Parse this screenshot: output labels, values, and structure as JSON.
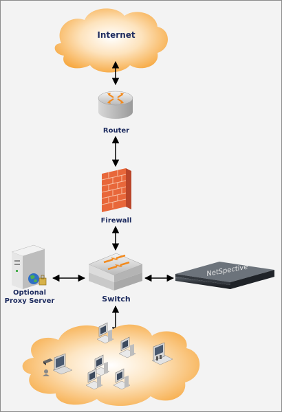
{
  "labels": {
    "internet": "Internet",
    "router": "Router",
    "firewall": "Firewall",
    "switch": "Switch",
    "proxy_line1": "Optional",
    "proxy_line2": "Proxy Server",
    "appliance_brand": "NetSpective"
  },
  "colors": {
    "cloud": "#f6a53a",
    "firewall_brick": "#e8673a",
    "label_text": "#1c2a5e",
    "background": "#f3f3f3"
  },
  "icons": [
    "cloud-icon",
    "router-icon",
    "firewall-icon",
    "switch-icon",
    "proxy-server-icon",
    "netspective-appliance-icon",
    "workstation-icon",
    "laptop-icon",
    "ip-phone-icon"
  ]
}
